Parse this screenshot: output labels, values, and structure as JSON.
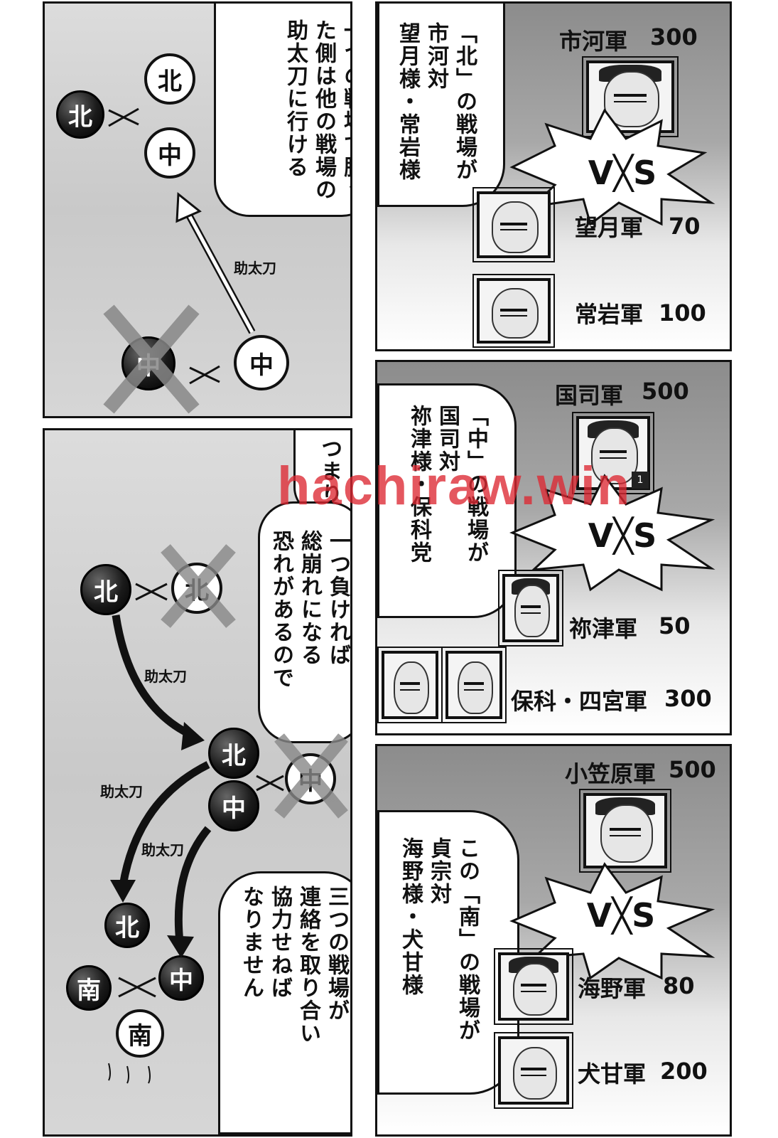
{
  "panel_top_left": {
    "speech": "一つの戦場で勝った側は他の戦場の助太刀に行ける",
    "pieces": {
      "p1": "北",
      "p2": "北",
      "p3": "中",
      "p4": "中",
      "p5": "中"
    },
    "arrow_label": "助太刀"
  },
  "panel_north": {
    "header": "市河軍",
    "header_count": "300",
    "speech_lines": [
      "「北」の戦場が",
      "市河対",
      "望月様・常岩様"
    ],
    "vs": "V╳S",
    "armies": [
      {
        "name": "望月軍",
        "count": "70"
      },
      {
        "name": "常岩軍",
        "count": "100"
      }
    ]
  },
  "panel_center": {
    "header": "国司軍",
    "header_count": "500",
    "speech_lines": [
      "「中」の戦場が",
      "国司対",
      "祢津様・保科党"
    ],
    "vs": "V╳S",
    "badge": "1",
    "armies": [
      {
        "name": "祢津軍",
        "count": "50"
      },
      {
        "name": "保科・四宮軍",
        "count": "300"
      }
    ]
  },
  "panel_bottom_left": {
    "speech_top": "つまり",
    "speech_mid": [
      "一つ負ければ",
      "総崩れになる",
      "恐れがあるので"
    ],
    "speech_bottom": [
      "三つの戦場が",
      "連絡を取り合い",
      "協力せねば",
      "なりません"
    ],
    "pieces": {
      "a": "北",
      "b": "北",
      "c": "北",
      "d": "中",
      "e": "中",
      "f": "北",
      "g": "中",
      "h": "南",
      "i": "南"
    },
    "arrow_labels": [
      "助太刀",
      "助太刀",
      "助太刀"
    ]
  },
  "panel_south": {
    "header": "小笠原軍",
    "header_count": "500",
    "speech_lines": [
      "この「南」の戦場が",
      "貞宗対",
      "海野様・犬甘様"
    ],
    "vs": "V╳S",
    "armies": [
      {
        "name": "海野軍",
        "count": "80"
      },
      {
        "name": "犬甘軍",
        "count": "200"
      }
    ]
  },
  "watermark": "hachiraw.win"
}
